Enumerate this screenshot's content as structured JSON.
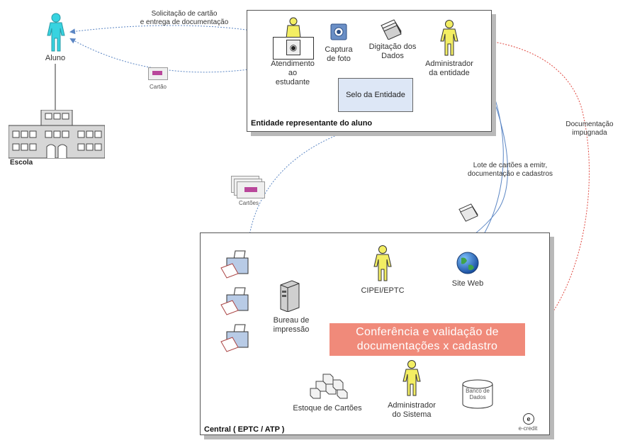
{
  "aluno": {
    "label": "Aluno"
  },
  "escola": {
    "label": "Escola"
  },
  "cartao": {
    "label": "Cartão",
    "stack_label": "Cartões"
  },
  "solicitacao": {
    "label": "Solicitação de cartão\ne entrega de documentação"
  },
  "entidade": {
    "title": "Entidade representante do aluno",
    "atendimento": "Atendimento\nao\nestudante",
    "captura": "Captura\nde foto",
    "digitacao": "Digitação dos\nDados",
    "administrador": "Administrador\nda entidade",
    "selo": "Selo da Entidade"
  },
  "lote": {
    "label": "Lote de cartões a emitr,\ndocumentação e cadastros"
  },
  "documentacao_impugnada": {
    "label": "Documentação\nimpugnada"
  },
  "central": {
    "title": "Central ( EPTC / ATP )",
    "cipei": "CIPEI/EPTC",
    "site_web": "Site Web",
    "bureau": "Bureau de\nimpressão",
    "conferencia": "Conferência e validação de\ndocumentações x cadastro",
    "estoque": "Estoque de Cartões",
    "admin_sistema": "Administrador\ndo Sistema",
    "banco": "Banco de\nDados",
    "ecredit": "e-credit"
  },
  "colors": {
    "cyan_actor": "#37d3e0",
    "yellow_actor": "#f3ee63",
    "blue_arrow": "#5b86c4",
    "red_arrow": "#e0473f",
    "highlight": "#f08a7a",
    "selo_fill": "#dde7f6"
  }
}
